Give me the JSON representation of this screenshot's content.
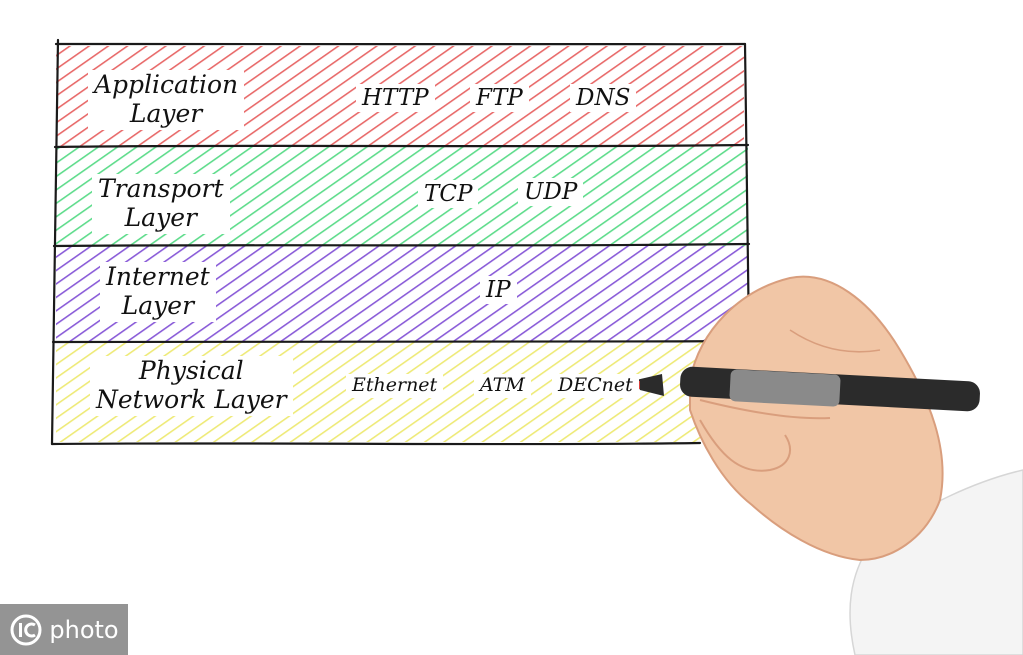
{
  "layers": [
    {
      "name_line1": "Application",
      "name_line2": "Layer",
      "color": "#e86a6a",
      "protocols": [
        "HTTP",
        "FTP",
        "DNS"
      ]
    },
    {
      "name_line1": "Transport",
      "name_line2": "Layer",
      "color": "#5fdc8c",
      "protocols": [
        "TCP",
        "UDP"
      ]
    },
    {
      "name_line1": "Internet",
      "name_line2": "Layer",
      "color": "#8a5cd8",
      "protocols": [
        "IP"
      ]
    },
    {
      "name_line1": "Physical",
      "name_line2": "Network Layer",
      "color": "#eeea78",
      "protocols": [
        "Ethernet",
        "ATM",
        "DECnet"
      ]
    }
  ],
  "watermark": {
    "text": "photo",
    "logo_icon": "ic-circle-logo-icon"
  },
  "colors": {
    "outline": "#1a1a1a",
    "skin": "#f1c6a6",
    "skin_shadow": "#d99e7d",
    "marker_body": "#2b2b2b",
    "marker_tip": "#d8403a",
    "sleeve": "#f4f4f4"
  }
}
